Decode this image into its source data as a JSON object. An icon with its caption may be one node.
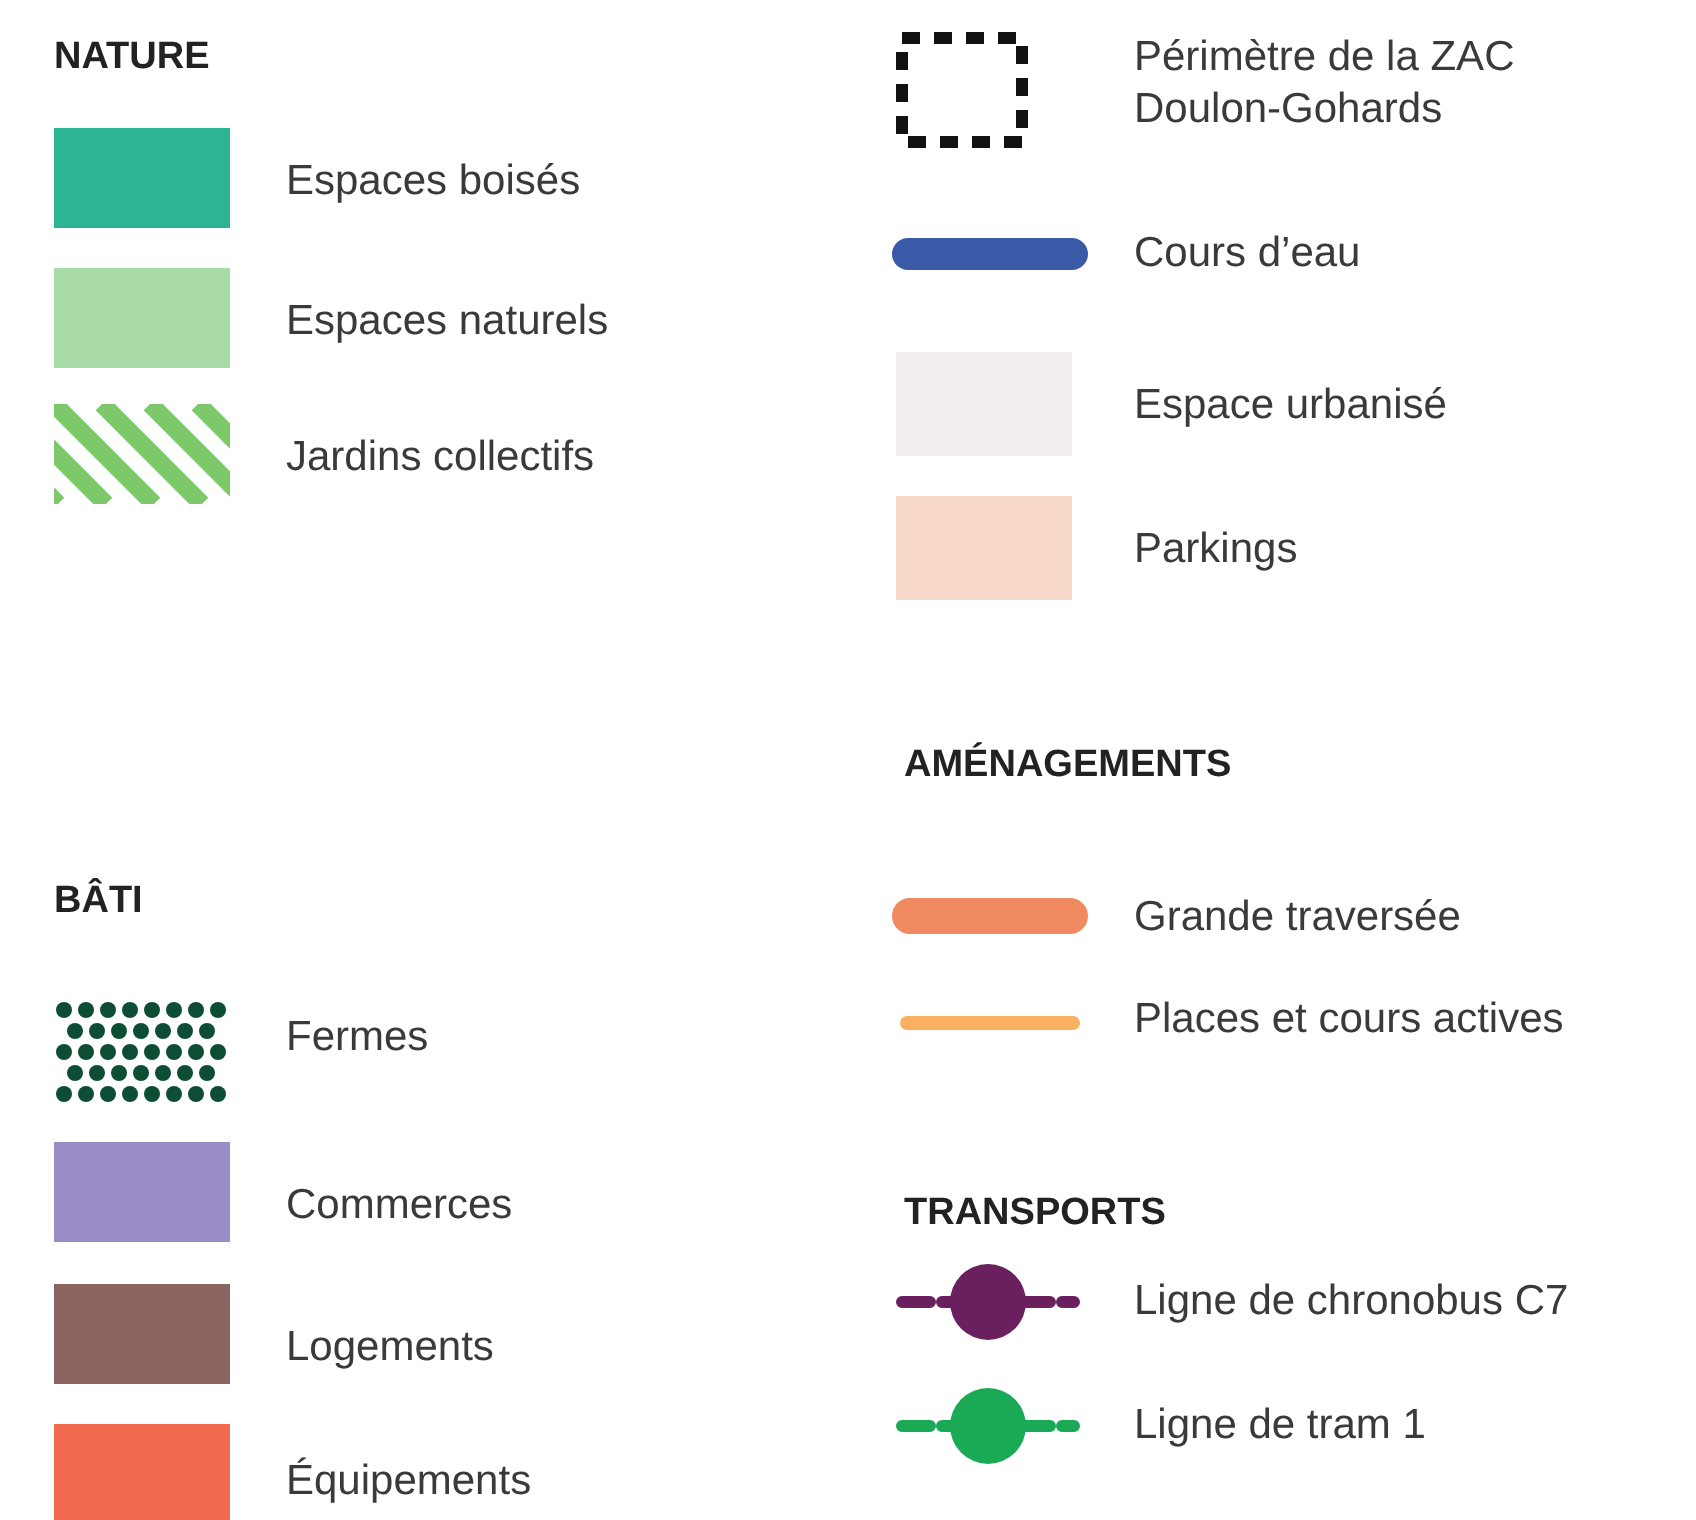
{
  "diagram": {
    "labels": [
      "NATURE",
      "AMÉNAGEMENTS",
      "BÂTI",
      "TRANSPORTS"
    ],
    "legend": [
      {
        "text": "Espaces boisés",
        "color": "#2bb594"
      },
      {
        "text": "Espaces naturels",
        "color": "#a8dba8"
      },
      {
        "text": "Jardins collectifs"
      },
      {
        "text": "Fermes"
      },
      {
        "text": "Commerces",
        "color": "#9a8cc4"
      },
      {
        "text": "Logements",
        "color": "#8d6560"
      },
      {
        "text": "Équipements",
        "color": "#f06a50"
      },
      {
        "text": "Périmètre de la ZAC Doulon-Gohards"
      },
      {
        "text": "Cours d’eau"
      },
      {
        "text": "Espace urbanisé",
        "color": "#f1ecee"
      },
      {
        "text": "Parkings",
        "color": "#f8d9c9"
      },
      {
        "text": "Grande traversée"
      },
      {
        "text": "Places et cours actives"
      },
      {
        "text": "Ligne de chronobus C7"
      },
      {
        "text": "Ligne de tram 1"
      }
    ]
  }
}
